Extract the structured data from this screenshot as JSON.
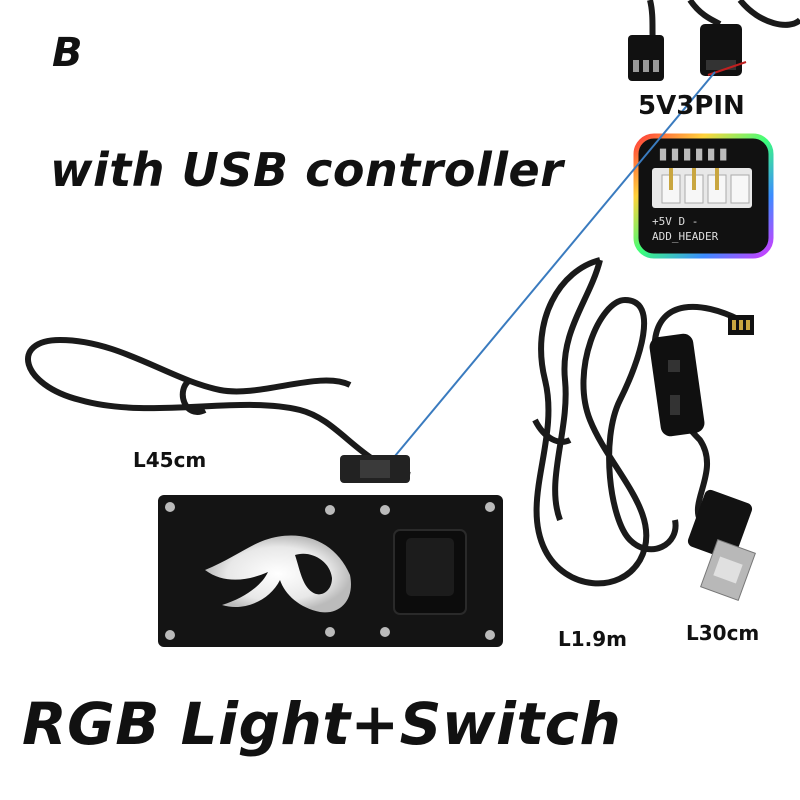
{
  "variant_letter": "B",
  "subtitle": "with USB controller",
  "footer": "RGB Light+Switch",
  "connector_label": "5V3PIN",
  "header_pins": "+5V D - ",
  "header_silk": "ADD_HEADER",
  "cable_lengths": {
    "short": "L45cm",
    "long": "L1.9m",
    "usb": "L30cm"
  },
  "colors": {
    "panel": "#141414",
    "cable": "#1a1a1a",
    "leader_line": "#3a7bbf"
  }
}
